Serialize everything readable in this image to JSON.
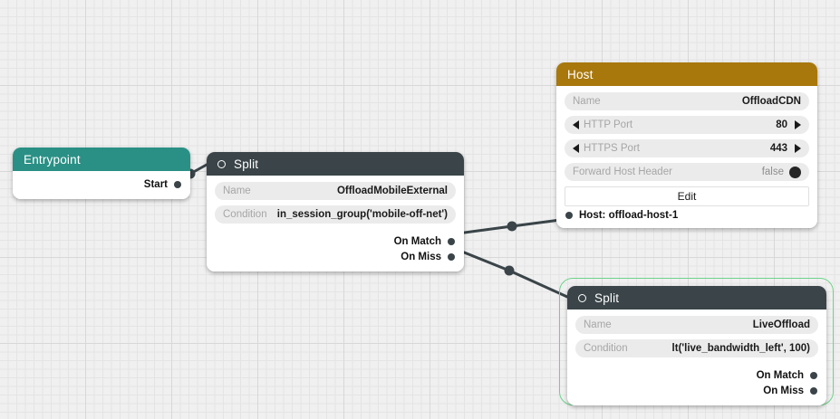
{
  "canvas": {
    "background_color": "#f0f0f0",
    "grid_minor_color": "#e4e4e4",
    "grid_major_color": "#d8d8d8"
  },
  "nodes": {
    "entrypoint": {
      "title": "Entrypoint",
      "header_color": "#2a9085",
      "ports": [
        {
          "label": "Start"
        }
      ]
    },
    "split_mobile": {
      "title": "Split",
      "header_color": "#3a4449",
      "fields": [
        {
          "label": "Name",
          "value": "OffloadMobileExternal"
        },
        {
          "label": "Condition",
          "value": "in_session_group('mobile-off-net')"
        }
      ],
      "ports": [
        {
          "label": "On Match"
        },
        {
          "label": "On Miss"
        }
      ]
    },
    "host": {
      "title": "Host",
      "header_color": "#a8780d",
      "fields": [
        {
          "label": "Name",
          "value": "OffloadCDN"
        },
        {
          "label": "HTTP Port",
          "value": "80"
        },
        {
          "label": "HTTPS Port",
          "value": "443"
        },
        {
          "label": "Forward Host Header",
          "value": "false"
        }
      ],
      "edit_label": "Edit",
      "footer_label": "Host: offload-host-1"
    },
    "split_live": {
      "title": "Split",
      "header_color": "#3a4449",
      "selected": true,
      "selection_color": "#6cd48a",
      "fields": [
        {
          "label": "Name",
          "value": "LiveOffload"
        },
        {
          "label": "Condition",
          "value": "lt('live_bandwidth_left', 100)"
        }
      ],
      "ports": [
        {
          "label": "On Match"
        },
        {
          "label": "On Miss"
        }
      ]
    }
  },
  "edges": [
    {
      "from": "entrypoint.Start",
      "to": "split_mobile.input"
    },
    {
      "from": "split_mobile.On Match",
      "to": "host.input"
    },
    {
      "from": "split_mobile.On Miss",
      "to": "split_live.input"
    }
  ]
}
